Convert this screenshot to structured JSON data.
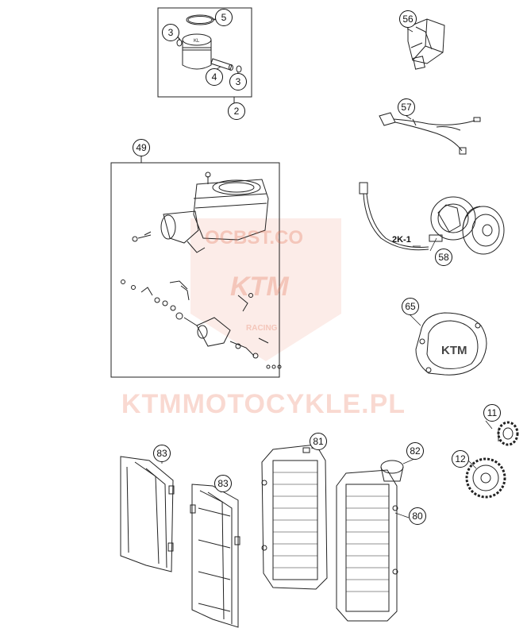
{
  "callouts": {
    "c5": "5",
    "c3a": "3",
    "c4": "4",
    "c3b": "3",
    "c2": "2",
    "c56": "56",
    "c57": "57",
    "c49": "49",
    "c58": "58",
    "c65": "65",
    "c11": "11",
    "c12": "12",
    "c83a": "83",
    "c83b": "83",
    "c81": "81",
    "c82": "82",
    "c80": "80"
  },
  "labels": {
    "lead_2k1": "2K-1"
  },
  "watermark": {
    "site": "KTMMOTOCYKLE.PL",
    "shield_top": "OCBST.CO",
    "shield_logo": "KTM",
    "shield_bottom": "RACING"
  },
  "colors": {
    "line": "#222222",
    "watermark": "#e8785a",
    "fill": "#ffffff"
  }
}
